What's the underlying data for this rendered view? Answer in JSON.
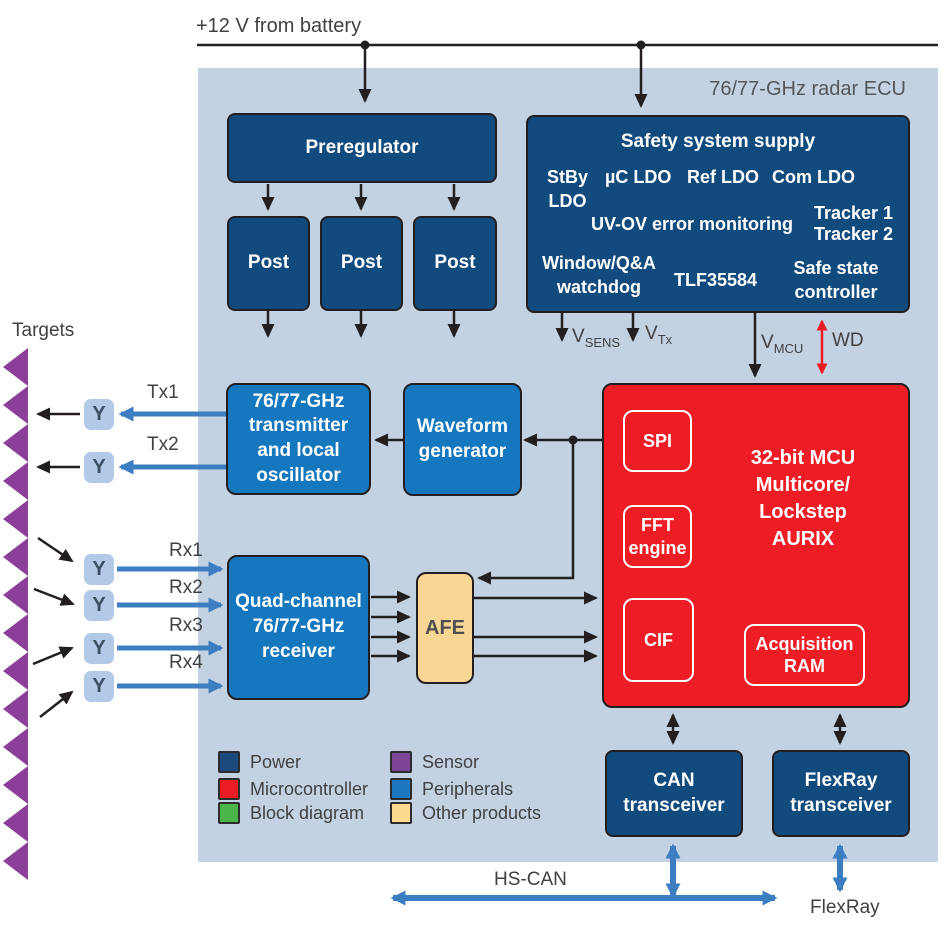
{
  "labels": {
    "battery": "+12 V from battery",
    "ecu": "76/77-GHz radar ECU",
    "targets": "Targets",
    "hs_can": "HS-CAN",
    "flexray_bus": "FlexRay",
    "wd": "WD",
    "v_sens": {
      "base": "V",
      "sub": "SENS"
    },
    "v_tx": {
      "base": "V",
      "sub": "Tx"
    },
    "v_mcu": {
      "base": "V",
      "sub": "MCU"
    },
    "tx1": "Tx1",
    "tx2": "Tx2",
    "rx1": "Rx1",
    "rx2": "Rx2",
    "rx3": "Rx3",
    "rx4": "Rx4",
    "antenna": "Y"
  },
  "blocks": {
    "preregulator": "Preregulator",
    "post": "Post",
    "safety": {
      "title": "Safety system supply",
      "stby_ldo": "StBy\nLDO",
      "uc_ldo": "µC LDO",
      "ref_ldo": "Ref LDO",
      "com_ldo": "Com LDO",
      "uv_ov": "UV-OV error monitoring",
      "tracker1": "Tracker 1",
      "tracker2": "Tracker 2",
      "watchdog": "Window/Q&A\nwatchdog",
      "part_number": "TLF35584",
      "safe_state": "Safe state\ncontroller"
    },
    "transmitter": "76/77-GHz\ntransmitter\nand local\noscillator",
    "waveform": "Waveform\ngenerator",
    "receiver": "Quad-channel\n76/77-GHz\nreceiver",
    "afe": "AFE",
    "mcu": {
      "title": "32-bit MCU\nMulticore/\nLockstep\nAURIX",
      "spi": "SPI",
      "fft": "FFT\nengine",
      "cif": "CIF",
      "ram": "Acquisition\nRAM"
    },
    "can_transceiver": "CAN\ntransceiver",
    "flexray_transceiver": "FlexRay\ntransceiver"
  },
  "legend": {
    "items": [
      {
        "label": "Power",
        "color": "#1c4a7c"
      },
      {
        "label": "Microcontroller",
        "color": "#ed1c24"
      },
      {
        "label": "Block diagram",
        "color": "#4ab549"
      },
      {
        "label": "Sensor",
        "color": "#7e4596"
      },
      {
        "label": "Peripherals",
        "color": "#1e78c0"
      },
      {
        "label": "Other products",
        "color": "#fcda90"
      }
    ]
  },
  "colors": {
    "background_panel": "#c3d2e2",
    "power_navy": "#114a7d",
    "peripheral_blue": "#1577bd",
    "mcu_red": "#ee1c25",
    "other_tan": "#f8d795",
    "sensor_purple": "#8c3f98",
    "arrow_blue": "#3d7ec2",
    "wd_red": "#ec1c24"
  }
}
